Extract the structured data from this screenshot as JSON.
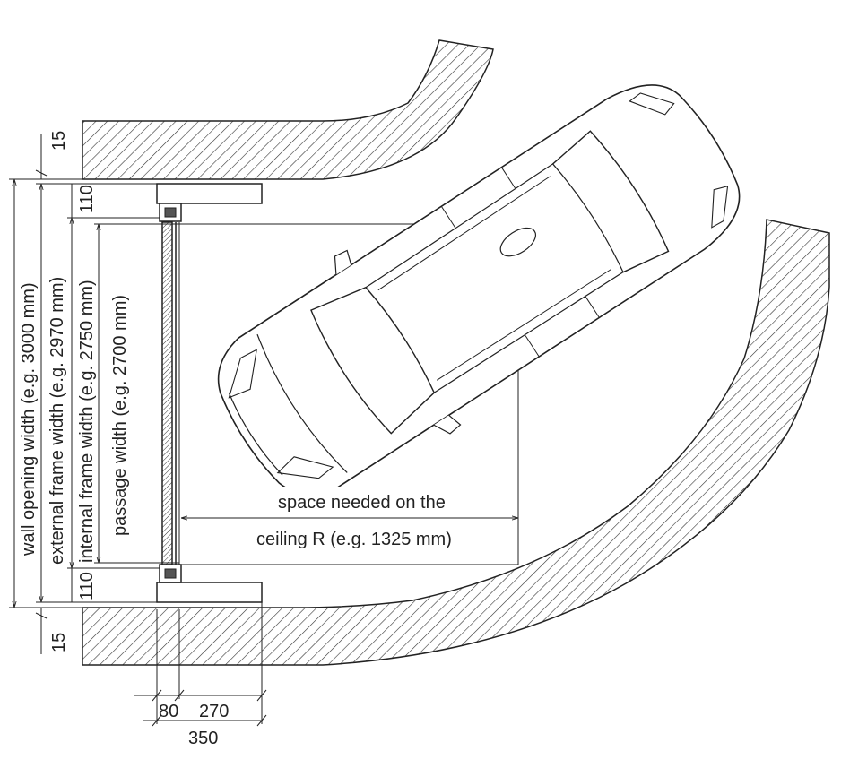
{
  "labels": {
    "wall_opening": "wall opening width (e.g. 3000 mm)",
    "external_frame": "external frame width (e.g. 2970 mm)",
    "internal_frame": "internal frame width (e.g. 2750 mm)",
    "passage": "passage width (e.g. 2700 mm)",
    "ceiling_line1": "space needed on the",
    "ceiling_line2": "ceiling R (e.g. 1325 mm)"
  },
  "dimensions": {
    "top_gap": "15",
    "bottom_gap": "15",
    "top_frame": "110",
    "bottom_frame": "110",
    "frame_depth": "80",
    "rail_length": "270",
    "total_depth": "350"
  },
  "colors": {
    "line": "#222222",
    "hatch": "#333333",
    "background": "#ffffff"
  }
}
